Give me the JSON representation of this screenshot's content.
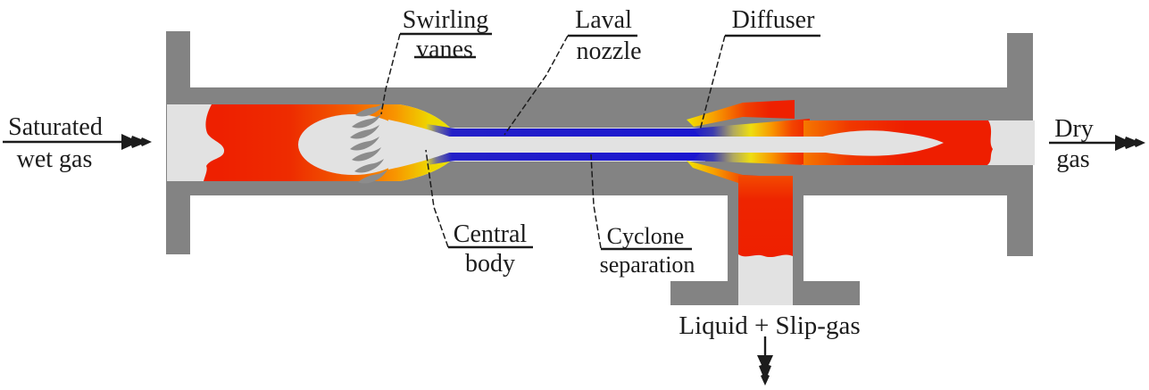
{
  "labels": {
    "saturated": {
      "line1": "Saturated",
      "line2": "wet gas"
    },
    "swirling": {
      "line1": "Swirling",
      "line2": "vanes"
    },
    "laval": {
      "line1": "Laval",
      "line2": "nozzle"
    },
    "diffuser": {
      "line1": "Diffuser"
    },
    "central": {
      "line1": "Central",
      "line2": "body"
    },
    "cyclone": {
      "line1": "Cyclone",
      "line2": "separation"
    },
    "dry": {
      "line1": "Dry",
      "line2": "gas"
    },
    "liquid": {
      "text": "Liquid + Slip-gas"
    }
  },
  "colors": {
    "pipe": "#838383",
    "bore": "#e2e2e2",
    "red": "#ee2000",
    "orange": "#f88a00",
    "yellow": "#f0e400",
    "blue": "#1a16d0",
    "vane": "#8c8c8c",
    "ink": "#1c1c1c"
  }
}
